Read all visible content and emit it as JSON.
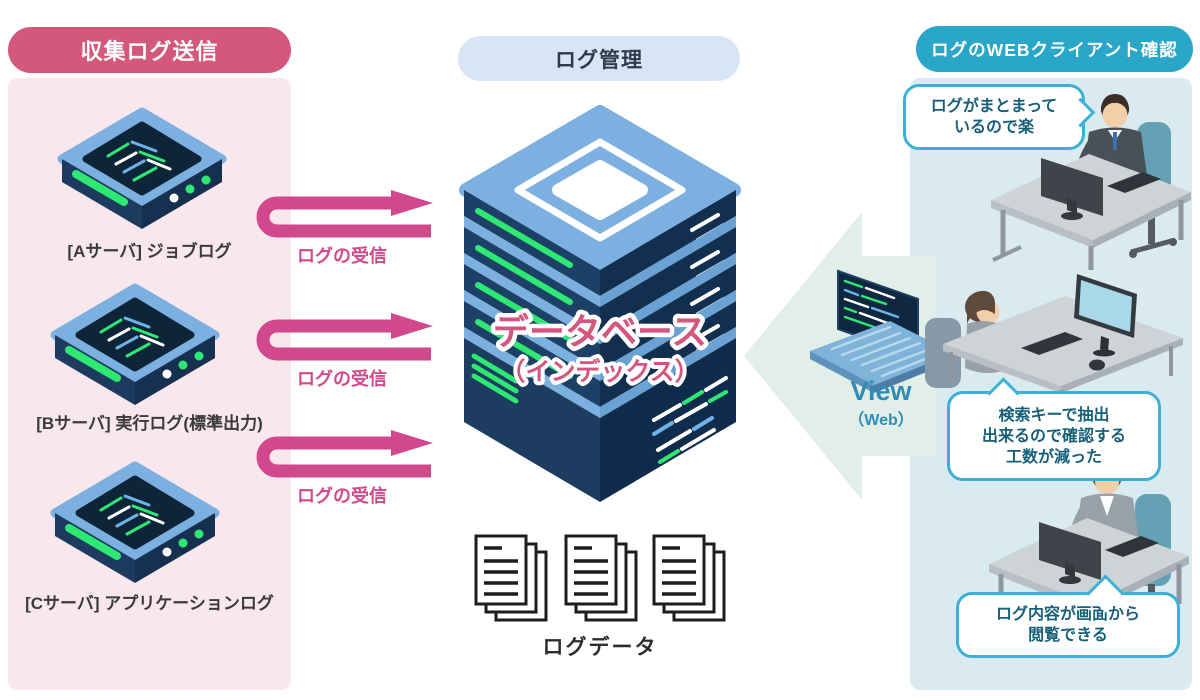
{
  "left_panel": {
    "header": "収集ログ送信",
    "servers": [
      {
        "label": "[Aサーバ] ジョブログ"
      },
      {
        "label": "[Bサーバ] 実行ログ(標準出力)"
      },
      {
        "label": "[Cサーバ] アプリケーションログ"
      }
    ],
    "colors": {
      "header_bg": "#d4587c",
      "panel_bg": "#f9e7ee",
      "label_text": "#3a3a3a"
    }
  },
  "flow_arrows": [
    {
      "label": "ログの受信"
    },
    {
      "label": "ログの受信"
    },
    {
      "label": "ログの受信"
    }
  ],
  "center": {
    "header": "ログ管理",
    "database_title": "データベース",
    "database_subtitle": "（インデックス）",
    "documents_label": "ログデータ",
    "colors": {
      "header_bg": "#d8e5f4",
      "header_text": "#2e3b4e",
      "db_title": "#d4567c",
      "server_light": "#7cb0e0",
      "server_navy": "#1d4166",
      "led_green": "#2fe873"
    }
  },
  "right_panel": {
    "header": "ログのWEBクライアント確認",
    "view_label": "View",
    "view_sublabel": "（Web）",
    "bubbles": [
      {
        "lines": [
          "ログがまとまって",
          "いるので楽"
        ]
      },
      {
        "lines": [
          "検索キーで抽出",
          "出来るので確認する",
          "工数が減った"
        ]
      },
      {
        "lines": [
          "ログ内容が画面から",
          "閲覧できる"
        ]
      }
    ],
    "colors": {
      "header_bg": "#2aa6c9",
      "panel_bg": "#d9ebf0",
      "bubble_border": "#3db0d5",
      "bubble_text": "#186079",
      "view_text": "#2f8cb5",
      "big_arrow": "#e2efe9",
      "receive_arrow": "#d1498c"
    }
  },
  "icons": {
    "server": "isometric-server-icon",
    "database": "database-stack-icon",
    "documents": "log-documents-icon",
    "laptop": "laptop-icon",
    "worker": "worker-at-desk-icon"
  }
}
